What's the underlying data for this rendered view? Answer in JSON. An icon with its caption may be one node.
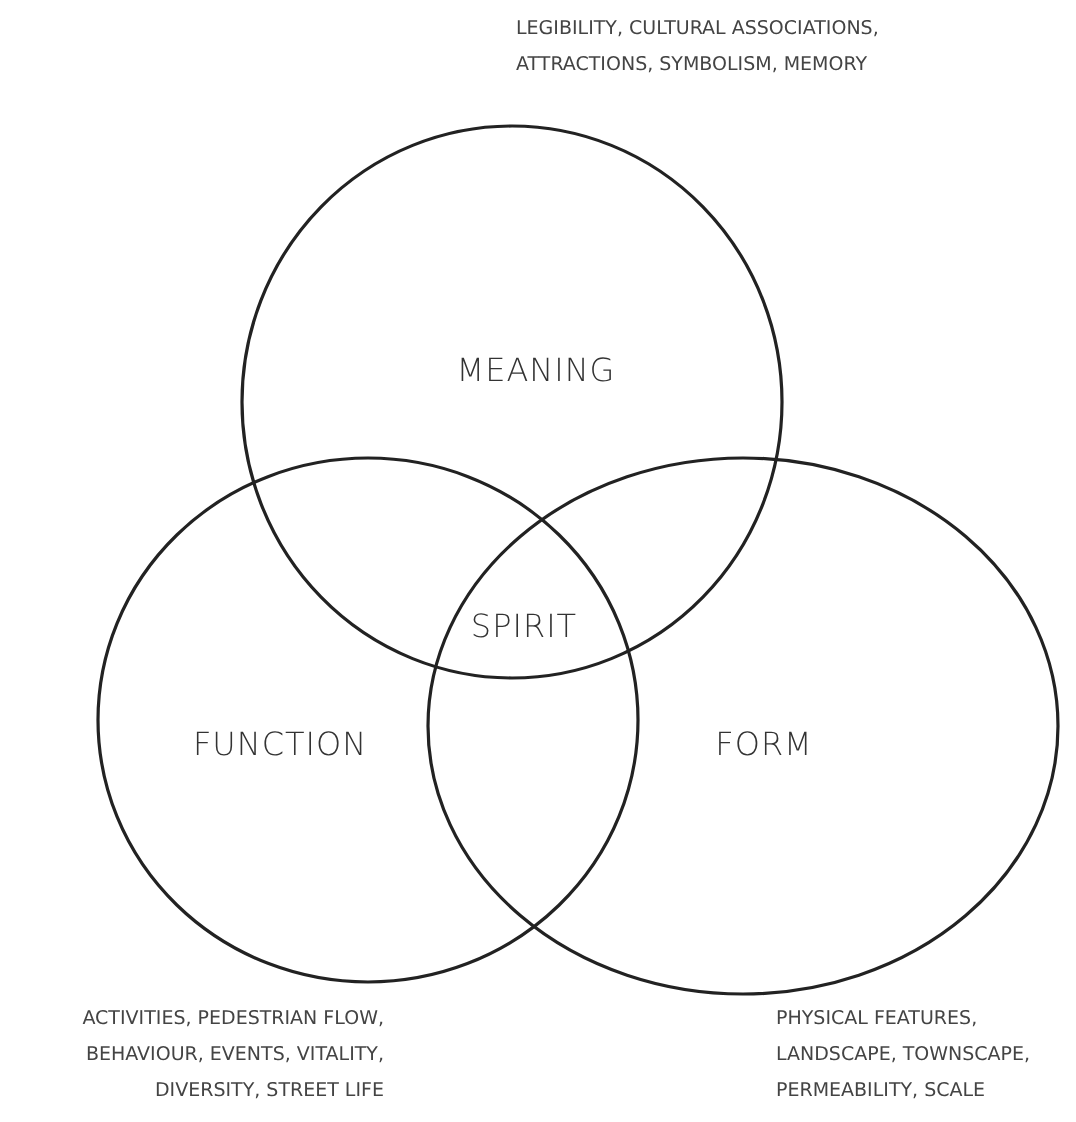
{
  "diagram": {
    "nodes": [
      {
        "text": [
          "MEANING"
        ],
        "beside": [
          "LEGIBILITY, CULTURAL ASSOCIATIONS, ATTRACTIONS, SYMBOLISM, MEMORY"
        ]
      },
      {
        "text": [
          "FUNCTION"
        ],
        "beside": [
          "ACTIVITIES, PEDESTRIAN FLOW, BEHAVIOUR, EVENTS, VITALITY, DIVERSITY, STREET LIFE"
        ]
      },
      {
        "text": [
          "FORM"
        ],
        "beside": [
          "PHYSICAL FEATURES, LANDSCAPE, TOWNSCAPE, PERMEABILITY, SCALE"
        ]
      }
    ],
    "labels": [
      "SPIRIT"
    ]
  }
}
